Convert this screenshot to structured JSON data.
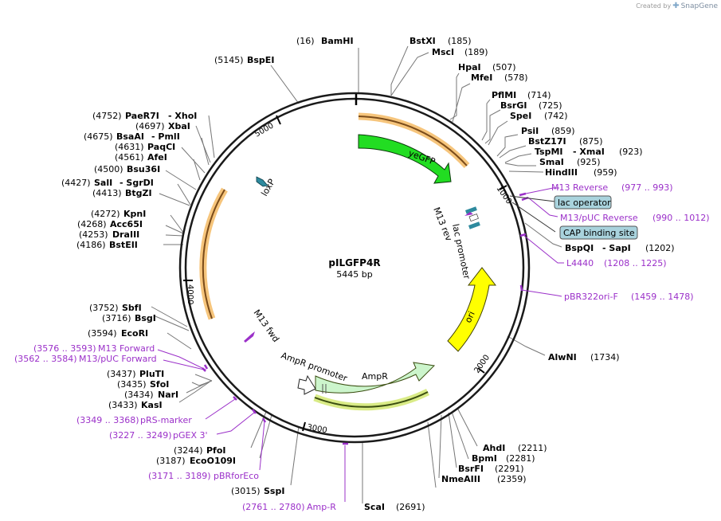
{
  "credit": {
    "prefix": "Created by",
    "brand": "SnapGene"
  },
  "plasmid": {
    "name": "pILGFP4R",
    "length_label": "5445 bp"
  },
  "ticks": [
    "1000",
    "2000",
    "3000",
    "4000",
    "5000"
  ],
  "features": {
    "yegfp": "yeGFP",
    "ori": "ori",
    "ampr": "AmpR",
    "ampr_promoter": "AmpR promoter",
    "lac_promoter": "lac promoter",
    "loxp": "loxP",
    "m13_rev": "M13 rev",
    "m13_fwd": "M13 fwd",
    "lac_operator": "lac operator",
    "cap_site": "CAP binding site"
  },
  "sites": {
    "bamhi": {
      "name": "BamHI",
      "pos": "(16)"
    },
    "bstxi": {
      "name": "BstXI",
      "pos": "(185)"
    },
    "msci": {
      "name": "MscI",
      "pos": "(189)"
    },
    "hpai": {
      "name": "HpaI",
      "pos": "(507)"
    },
    "mfei": {
      "name": "MfeI",
      "pos": "(578)"
    },
    "pflmi": {
      "name": "PflMI",
      "pos": "(714)"
    },
    "bsrgi": {
      "name": "BsrGI",
      "pos": "(725)"
    },
    "spei": {
      "name": "SpeI",
      "pos": "(742)"
    },
    "psii": {
      "name": "PsiI",
      "pos": "(859)"
    },
    "bstz17i": {
      "name": "BstZ17I",
      "pos": "(875)"
    },
    "tspmi": {
      "name": "TspMI",
      "alt": "- XmaI",
      "pos": "(923)"
    },
    "smai": {
      "name": "SmaI",
      "pos": "(925)"
    },
    "hindiii": {
      "name": "HindIII",
      "pos": "(959)"
    },
    "bspqi": {
      "name": "BspQI",
      "alt": "- SapI",
      "pos": "(1202)"
    },
    "alwni": {
      "name": "AlwNI",
      "pos": "(1734)"
    },
    "ahdi": {
      "name": "AhdI",
      "pos": "(2211)"
    },
    "bpmi": {
      "name": "BpmI",
      "pos": "(2281)"
    },
    "bsrfi": {
      "name": "BsrFI",
      "pos": "(2291)"
    },
    "nmeaiii": {
      "name": "NmeAIII",
      "pos": "(2359)"
    },
    "scai": {
      "name": "ScaI",
      "pos": "(2691)"
    },
    "sspi": {
      "name": "SspI",
      "pos": "(3015)"
    },
    "eco0109i": {
      "name": "EcoO109I",
      "pos": "(3187)"
    },
    "pfoi": {
      "name": "PfoI",
      "pos": "(3244)"
    },
    "kasi": {
      "name": "KasI",
      "pos": "(3433)"
    },
    "nari": {
      "name": "NarI",
      "pos": "(3434)"
    },
    "sfoi": {
      "name": "SfoI",
      "pos": "(3435)"
    },
    "pluti": {
      "name": "PluTI",
      "pos": "(3437)"
    },
    "ecori": {
      "name": "EcoRI",
      "pos": "(3594)"
    },
    "bsgi": {
      "name": "BsgI",
      "pos": "(3716)"
    },
    "sbfi": {
      "name": "SbfI",
      "pos": "(3752)"
    },
    "bsteii": {
      "name": "BstEII",
      "pos": "(4186)"
    },
    "draiii": {
      "name": "DraIII",
      "pos": "(4253)"
    },
    "acc65i": {
      "name": "Acc65I",
      "pos": "(4268)"
    },
    "kpni": {
      "name": "KpnI",
      "pos": "(4272)"
    },
    "btgzi": {
      "name": "BtgZI",
      "pos": "(4413)"
    },
    "sali": {
      "name": "SalI",
      "alt": "- SgrDI",
      "pos": "(4427)"
    },
    "bsu36i": {
      "name": "Bsu36I",
      "pos": "(4500)"
    },
    "afei": {
      "name": "AfeI",
      "pos": "(4561)"
    },
    "paqci": {
      "name": "PaqCI",
      "pos": "(4631)"
    },
    "bsaai": {
      "name": "BsaAI",
      "alt": "- PmlI",
      "pos": "(4675)"
    },
    "xbai": {
      "name": "XbaI",
      "pos": "(4697)"
    },
    "paer7i": {
      "name": "PaeR7I",
      "alt": "- XhoI",
      "pos": "(4752)"
    },
    "bspei": {
      "name": "BspEI",
      "pos": "(5145)"
    }
  },
  "primers": {
    "m13_reverse": {
      "name": "M13 Reverse",
      "range": "(977 .. 993)"
    },
    "m13_puc_reverse": {
      "name": "M13/pUC Reverse",
      "range": "(990 .. 1012)"
    },
    "l4440": {
      "name": "L4440",
      "range": "(1208 .. 1225)"
    },
    "pbr322ori": {
      "name": "pBR322ori-F",
      "range": "(1459 .. 1478)"
    },
    "amp_r": {
      "name": "Amp-R",
      "range": "(2761 .. 2780)"
    },
    "pbrforeco": {
      "name": "pBRforEco",
      "range": "(3171 .. 3189)"
    },
    "pgex3": {
      "name": "pGEX 3'",
      "range": "(3227 .. 3249)"
    },
    "prs_marker": {
      "name": "pRS-marker",
      "range": "(3349 .. 3368)"
    },
    "m13_puc_forward": {
      "name": "M13/pUC Forward",
      "range": "(3562 .. 3584)"
    },
    "m13_forward": {
      "name": "M13 Forward",
      "range": "(3576 .. 3593)"
    }
  },
  "colors": {
    "yegfp": "#22dd22",
    "ori": "#ffff00",
    "ampr": "#ccf5cc",
    "ampr_promoter": "#ffffff",
    "lac": "#2e8a9e",
    "highlight_orange": "#f6c57c",
    "highlight_green": "#d9eb86",
    "feature_box": "#a9d3dd",
    "primer": "#9b30c9",
    "backbone": "#1a1a1a",
    "leader": "#777777"
  }
}
